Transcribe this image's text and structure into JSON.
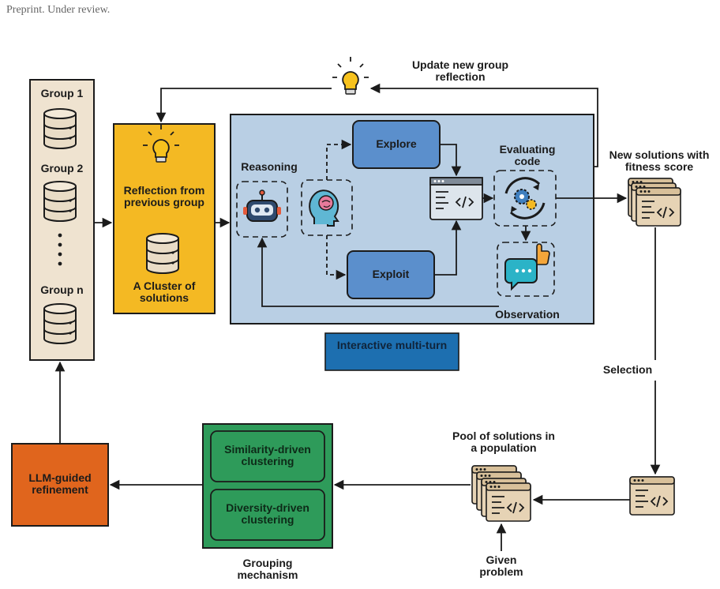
{
  "header": {
    "text": "Preprint. Under review."
  },
  "groups": {
    "g1": "Group 1",
    "g2": "Group 2",
    "gn": "Group n"
  },
  "reflection": {
    "title": "Reflection from previous group",
    "cluster": "A Cluster of solutions"
  },
  "interactive": {
    "reasoning": "Reasoning",
    "explore": "Explore",
    "exploit": "Exploit",
    "evaluating": "Evaluating code",
    "observation": "Observation",
    "caption": "Interactive multi-turn"
  },
  "update_label": "Update new group reflection",
  "new_solutions": "New solutions with fitness score",
  "selection": "Selection",
  "pool": "Pool of solutions in a population",
  "given_problem": "Given problem",
  "grouping": {
    "similarity": "Similarity-driven clustering",
    "diversity": "Diversity-driven clustering",
    "label": "Grouping mechanism"
  },
  "refinement": "LLM-guided refinement",
  "colors": {
    "group_bg": "#efe3d0",
    "reflection_bg": "#f4b923",
    "interactive_bg": "#b9cfe4",
    "node_bg": "#5b8fcc",
    "caption_bg": "#1d6fb0",
    "grouping_bg": "#2e9b5a",
    "refine_bg": "#e0651d",
    "doc_bg": "#e6d3b5"
  }
}
